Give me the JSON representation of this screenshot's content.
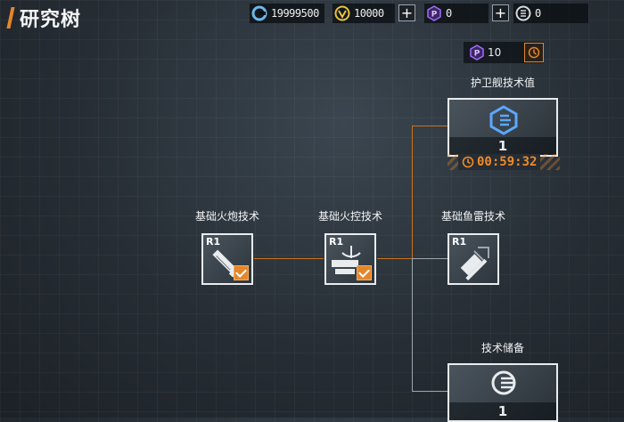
{
  "header": {
    "title": "研究树"
  },
  "currencies": [
    {
      "icon": "gear-coin-icon",
      "value": "19999500"
    },
    {
      "icon": "gold-coin-icon",
      "value": "10000"
    },
    {
      "icon": "purple-chip-icon",
      "value": "0"
    },
    {
      "icon": "silver-token-icon",
      "value": "0"
    }
  ],
  "cost": {
    "icon": "purple-chip-icon",
    "value": "10"
  },
  "nodes": {
    "escort_tech": {
      "label": "护卫舰技术值",
      "level": "1",
      "timer": "00:59:32"
    },
    "artillery": {
      "label": "基础火炮技术",
      "rank": "R1"
    },
    "fire_control": {
      "label": "基础火控技术",
      "rank": "R1"
    },
    "torpedo": {
      "label": "基础鱼雷技术",
      "rank": "R1"
    },
    "reserve": {
      "label": "技术储备",
      "level": "1"
    }
  },
  "colors": {
    "accent": "#e4862a",
    "timer": "#f08a2a",
    "purple": "#a66bff"
  }
}
